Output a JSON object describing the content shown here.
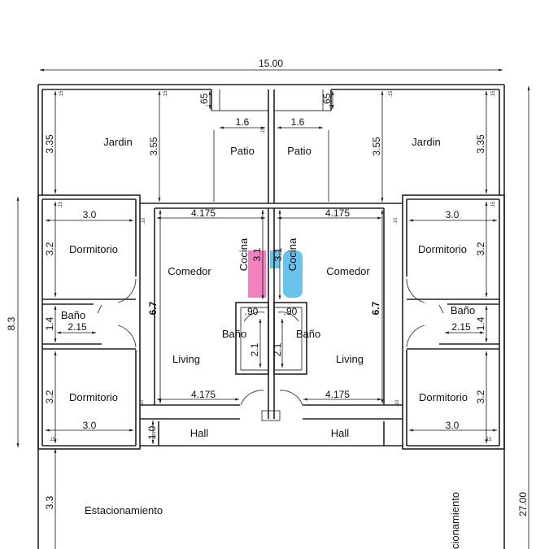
{
  "dimensions": {
    "total_width": "15.00",
    "total_depth": "27.00",
    "house_depth": "8.3",
    "jardin_depth": "3.35",
    "patio_depth": "3.55",
    "patio_width": "1.6",
    "patio_offset": ".65",
    "dorm_width": "3.0",
    "dorm_depth": "3.2",
    "bano_small_depth": "1.4",
    "bano_small_width": "2.15",
    "living_width": "4.175",
    "living_depth": "6.7",
    "cocina_depth": "3.1",
    "bano_width": ".90",
    "bano_depth": "2.1",
    "hall_depth": "1.0",
    "parking_depth": "3.3",
    "wall": ".15",
    "wall_10": ".10"
  },
  "rooms": {
    "jardin": "Jardin",
    "patio": "Patio",
    "dormitorio": "Dormitorio",
    "comedor": "Comedor",
    "cocina": "Cocina",
    "bano": "Baño",
    "living": "Living",
    "hall": "Hall",
    "estacionamiento": "Estacionamiento",
    "estacionamiento_partial": "cionamiento"
  },
  "colors": {
    "logo_pink": "#f06bb4",
    "logo_blue": "#4fb7e8"
  }
}
